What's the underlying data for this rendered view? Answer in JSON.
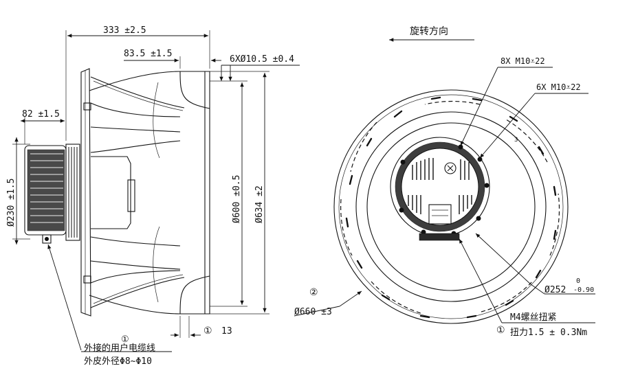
{
  "side_view": {
    "dim_total_length": "333 ±2.5",
    "dim_inlet_offset": "83.5 ±1.5",
    "dim_motor_depth": "82 ±1.5",
    "dim_motor_dia": "Ø230 ±1.5",
    "dim_mount_holes": "6XØ10.5 ±0.4",
    "dim_inlet_dia": "Ø600 ±0.5",
    "dim_outer_dia": "Ø634 ±2",
    "dim_flange_thickness": "13",
    "callout_flange_marker": "①",
    "callout_cable_marker": "①",
    "cable_note_line1": "外接的用户电缆线",
    "cable_note_line2": "外皮外径Φ8~Φ10"
  },
  "front_view": {
    "rotation_label": "旋转方向",
    "thread_spec_8": "8X M10⩡22",
    "thread_spec_6": "6X M10⩡22",
    "blade_mark": "3",
    "dim_hub_dia": "Ø252",
    "dim_hub_tol_upper": "0",
    "dim_hub_tol_lower": "-0.90",
    "impeller_marker": "②",
    "dim_impeller_dia": "Ø660 ±3",
    "screw_marker": "①",
    "screw_note_line1": "M4螺丝扭紧",
    "screw_note_line2": "扭力1.5 ± 0.3Nm"
  },
  "colors": {
    "ink": "#111111",
    "background": "#ffffff"
  }
}
